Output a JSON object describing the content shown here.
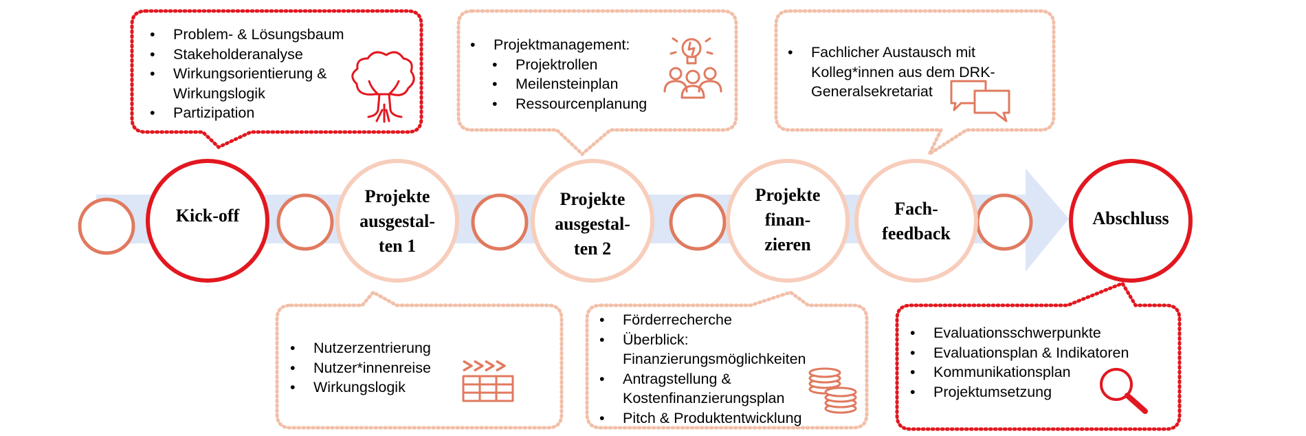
{
  "colors": {
    "arrow": "#dce6f6",
    "strong_red": "#e2171f",
    "salmon": "#e07a5f",
    "light_peach": "#f7cdbb",
    "dotted_light": "#f2bfa8"
  },
  "stages": [
    {
      "id": "kickoff",
      "label_lines": [
        "Kick-off"
      ]
    },
    {
      "id": "gestalten1",
      "label_lines": [
        "Projekte",
        "ausgestal-",
        "ten 1"
      ]
    },
    {
      "id": "gestalten2",
      "label_lines": [
        "Projekte",
        "ausgestal-",
        "ten 2"
      ]
    },
    {
      "id": "finanzieren",
      "label_lines": [
        "Projekte",
        "finan-",
        "zieren"
      ]
    },
    {
      "id": "fachfeedback",
      "label_lines": [
        "Fach-",
        "feedback"
      ]
    },
    {
      "id": "abschluss",
      "label_lines": [
        "Abschluss"
      ]
    }
  ],
  "callouts": {
    "kickoff": {
      "items": [
        "Problem- & Lösungsbaum",
        "Stakeholderanalyse",
        "Wirkungsorientierung &",
        "Wirkungslogik",
        "Partizipation"
      ],
      "icon": "tree-icon"
    },
    "gestalten1": {
      "items": [
        "Nutzerzentrierung",
        "Nutzer*innenreise",
        "Wirkungslogik"
      ],
      "icon": "clapperboard-icon"
    },
    "gestalten2": {
      "heading": "Projektmanagement:",
      "items": [
        "Projektrollen",
        "Meilensteinplan",
        "Ressourcenplanung"
      ],
      "icon": "team-idea-icon"
    },
    "finanzieren": {
      "items": [
        "Förderrecherche",
        "Überblick:",
        "Finanzierungsmöglichkeiten",
        "Antragstellung &",
        "Kostenfinanzierungsplan",
        "Pitch & Produktentwicklung"
      ],
      "icon": "coins-icon"
    },
    "fachfeedback": {
      "items": [
        "Fachlicher Austausch mit",
        "Kolleg*innen aus dem DRK-",
        "Generalsekretariat"
      ],
      "icon": "chat-bubbles-icon"
    },
    "abschluss": {
      "items": [
        "Evaluationsschwerpunkte",
        "Evaluationsplan & Indikatoren",
        "Kommunikationsplan",
        "Projektumsetzung"
      ],
      "icon": "magnifier-icon"
    }
  }
}
